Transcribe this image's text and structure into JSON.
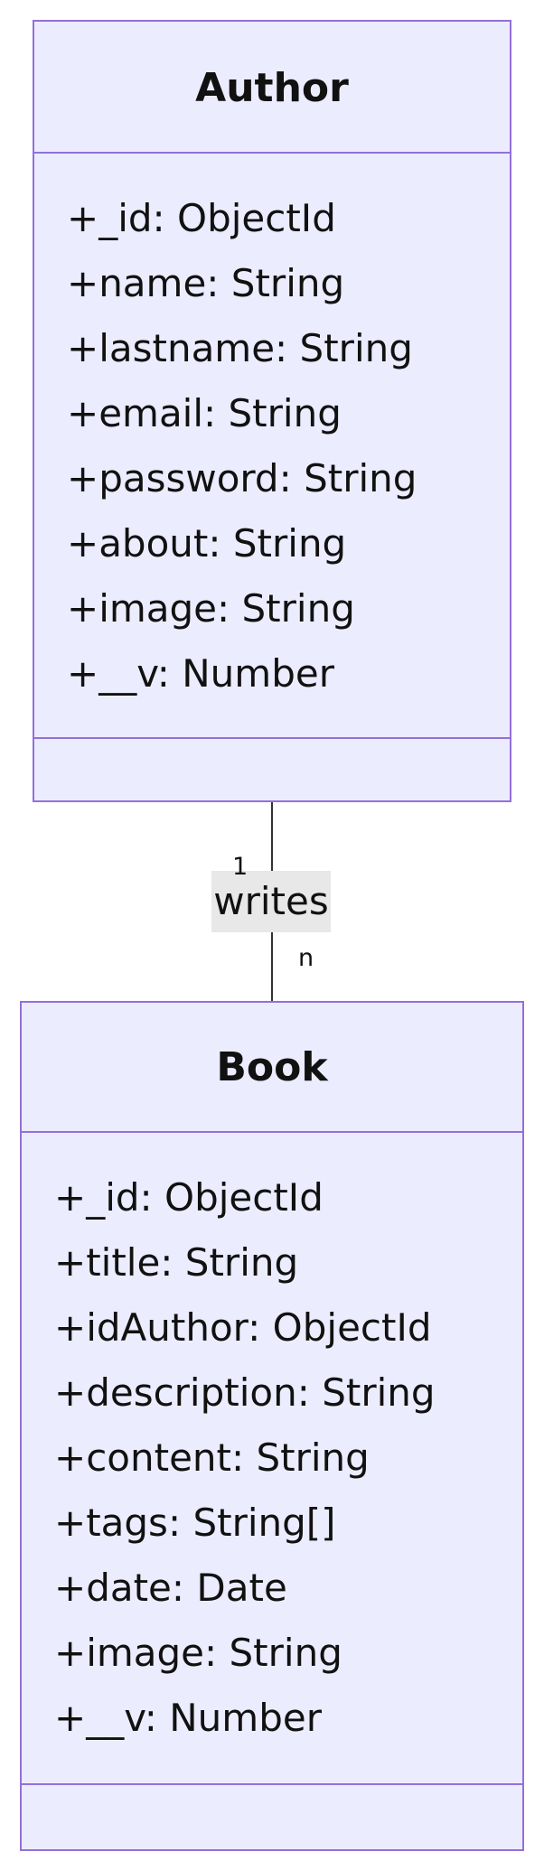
{
  "classes": {
    "author": {
      "name": "Author",
      "attributes": [
        "+_id: ObjectId",
        "+name: String",
        "+lastname: String",
        "+email: String",
        "+password: String",
        "+about: String",
        "+image: String",
        "+__v: Number"
      ]
    },
    "book": {
      "name": "Book",
      "attributes": [
        "+_id: ObjectId",
        "+title: String",
        "+idAuthor: ObjectId",
        "+description: String",
        "+content: String",
        "+tags: String[]",
        "+date: Date",
        "+image: String",
        "+__v: Number"
      ]
    }
  },
  "relation": {
    "label": "writes",
    "multiplicity_author": "1",
    "multiplicity_book": "n"
  },
  "colors": {
    "class_fill": "#ECECFF",
    "class_border": "#9370DB",
    "line": "#333333",
    "label_fill": "#E8E8E8"
  }
}
